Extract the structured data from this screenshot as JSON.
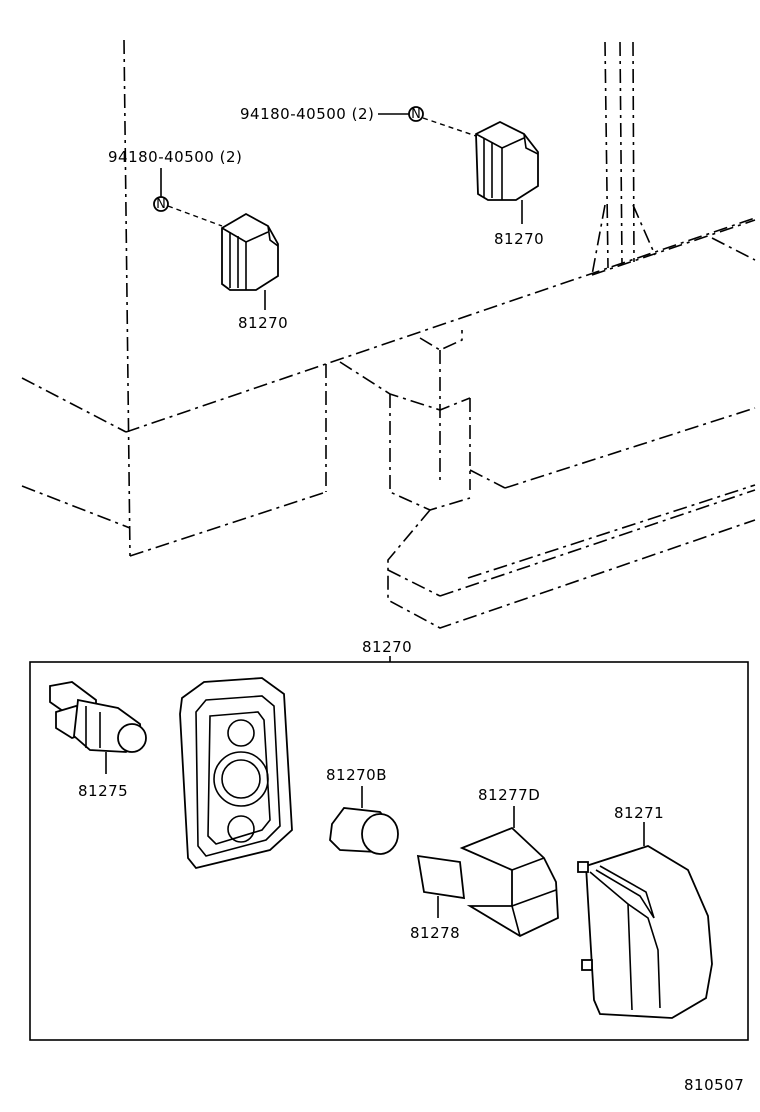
{
  "labels": {
    "nut_top_right": "94180-40500 (2)",
    "nut_top_left": "94180-40500 (2)",
    "lamp_right": "81270",
    "lamp_left": "81270",
    "assembly": "81270",
    "socket": "81275",
    "bulb": "81270B",
    "reflector": "81277D",
    "lens_plate": "81278",
    "housing": "81271",
    "diagram_code": "810507"
  },
  "nut_symbol": "N"
}
